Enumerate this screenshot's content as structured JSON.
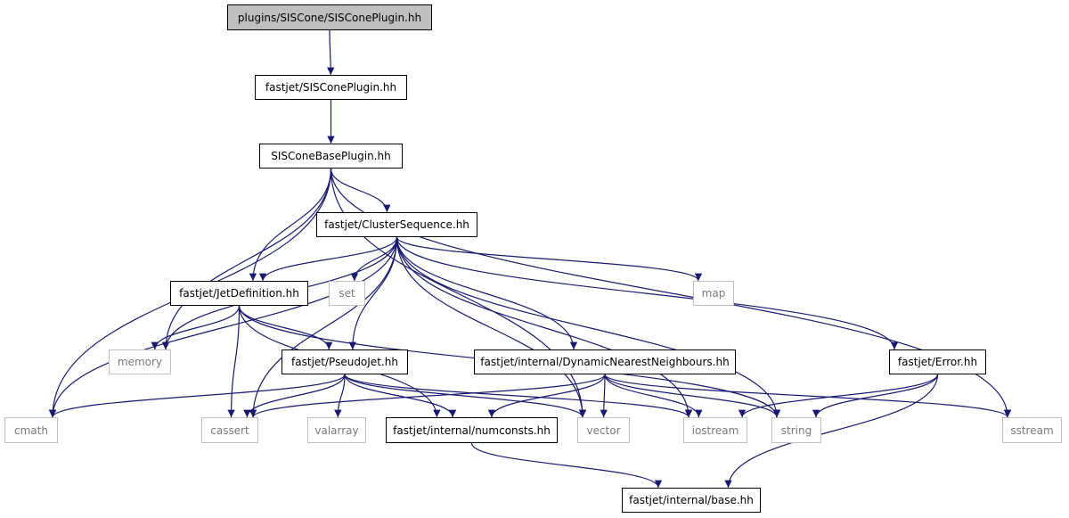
{
  "diagram": {
    "colors": {
      "edge": "#191970",
      "node_border": "#000000",
      "external_border": "#bfbfbf",
      "external_text": "#7a7a7a",
      "root_fill": "#bfbfbf"
    },
    "nodes": {
      "root": {
        "label": "plugins/SISCone/SISConePlugin.hh",
        "kind": "root"
      },
      "siscone_plugin": {
        "label": "fastjet/SISConePlugin.hh",
        "kind": "internal"
      },
      "siscone_base": {
        "label": "SISConeBasePlugin.hh",
        "kind": "internal"
      },
      "cluster_seq": {
        "label": "fastjet/ClusterSequence.hh",
        "kind": "internal"
      },
      "jetdef": {
        "label": "fastjet/JetDefinition.hh",
        "kind": "internal"
      },
      "set": {
        "label": "set",
        "kind": "external"
      },
      "map": {
        "label": "map",
        "kind": "external"
      },
      "memory": {
        "label": "memory",
        "kind": "external"
      },
      "pseudojet": {
        "label": "fastjet/PseudoJet.hh",
        "kind": "internal"
      },
      "dnn": {
        "label": "fastjet/internal/DynamicNearestNeighbours.hh",
        "kind": "internal"
      },
      "error": {
        "label": "fastjet/Error.hh",
        "kind": "internal"
      },
      "cmath": {
        "label": "cmath",
        "kind": "external"
      },
      "cassert": {
        "label": "cassert",
        "kind": "external"
      },
      "valarray": {
        "label": "valarray",
        "kind": "external"
      },
      "numconsts": {
        "label": "fastjet/internal/numconsts.hh",
        "kind": "internal"
      },
      "vector": {
        "label": "vector",
        "kind": "external"
      },
      "iostream": {
        "label": "iostream",
        "kind": "external"
      },
      "string": {
        "label": "string",
        "kind": "external"
      },
      "sstream": {
        "label": "sstream",
        "kind": "external"
      },
      "base": {
        "label": "fastjet/internal/base.hh",
        "kind": "internal"
      }
    },
    "edges": [
      [
        "root",
        "siscone_plugin"
      ],
      [
        "siscone_plugin",
        "siscone_base"
      ],
      [
        "siscone_base",
        "cluster_seq"
      ],
      [
        "siscone_base",
        "jetdef"
      ],
      [
        "siscone_base",
        "memory"
      ],
      [
        "siscone_base",
        "cmath"
      ],
      [
        "siscone_base",
        "vector"
      ],
      [
        "siscone_base",
        "sstream"
      ],
      [
        "cluster_seq",
        "jetdef"
      ],
      [
        "cluster_seq",
        "set"
      ],
      [
        "cluster_seq",
        "map"
      ],
      [
        "cluster_seq",
        "pseudojet"
      ],
      [
        "cluster_seq",
        "dnn"
      ],
      [
        "cluster_seq",
        "error"
      ],
      [
        "cluster_seq",
        "memory"
      ],
      [
        "cluster_seq",
        "cmath"
      ],
      [
        "cluster_seq",
        "cassert"
      ],
      [
        "cluster_seq",
        "vector"
      ],
      [
        "cluster_seq",
        "iostream"
      ],
      [
        "cluster_seq",
        "string"
      ],
      [
        "jetdef",
        "memory"
      ],
      [
        "jetdef",
        "pseudojet"
      ],
      [
        "jetdef",
        "cassert"
      ],
      [
        "jetdef",
        "numconsts"
      ],
      [
        "jetdef",
        "string"
      ],
      [
        "pseudojet",
        "cmath"
      ],
      [
        "pseudojet",
        "cassert"
      ],
      [
        "pseudojet",
        "valarray"
      ],
      [
        "pseudojet",
        "numconsts"
      ],
      [
        "pseudojet",
        "vector"
      ],
      [
        "pseudojet",
        "iostream"
      ],
      [
        "dnn",
        "cassert"
      ],
      [
        "dnn",
        "numconsts"
      ],
      [
        "dnn",
        "vector"
      ],
      [
        "dnn",
        "iostream"
      ],
      [
        "dnn",
        "string"
      ],
      [
        "dnn",
        "sstream"
      ],
      [
        "error",
        "string"
      ],
      [
        "error",
        "iostream"
      ],
      [
        "error",
        "base"
      ],
      [
        "numconsts",
        "base"
      ]
    ]
  }
}
